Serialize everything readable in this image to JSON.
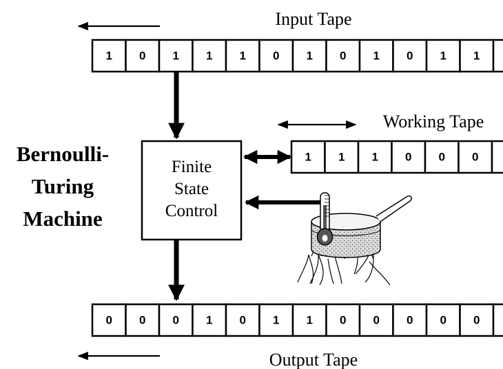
{
  "machine_title": [
    "Bernoulli-",
    "Turing",
    "Machine"
  ],
  "fsc_label": [
    "Finite",
    "State",
    "Control"
  ],
  "input_tape": {
    "label": "Input Tape",
    "cells": [
      "1",
      "0",
      "1",
      "1",
      "1",
      "0",
      "1",
      "0",
      "1",
      "0",
      "1",
      "1",
      ""
    ]
  },
  "working_tape": {
    "label": "Working Tape",
    "cells": [
      "1",
      "1",
      "1",
      "0",
      "0",
      "0",
      ""
    ]
  },
  "output_tape": {
    "label": "Output Tape",
    "cells": [
      "0",
      "0",
      "0",
      "1",
      "0",
      "1",
      "1",
      "0",
      "0",
      "0",
      "0",
      "0",
      ""
    ]
  },
  "icons": {
    "heat_source": "pot-on-fire-with-thermometer-icon"
  }
}
